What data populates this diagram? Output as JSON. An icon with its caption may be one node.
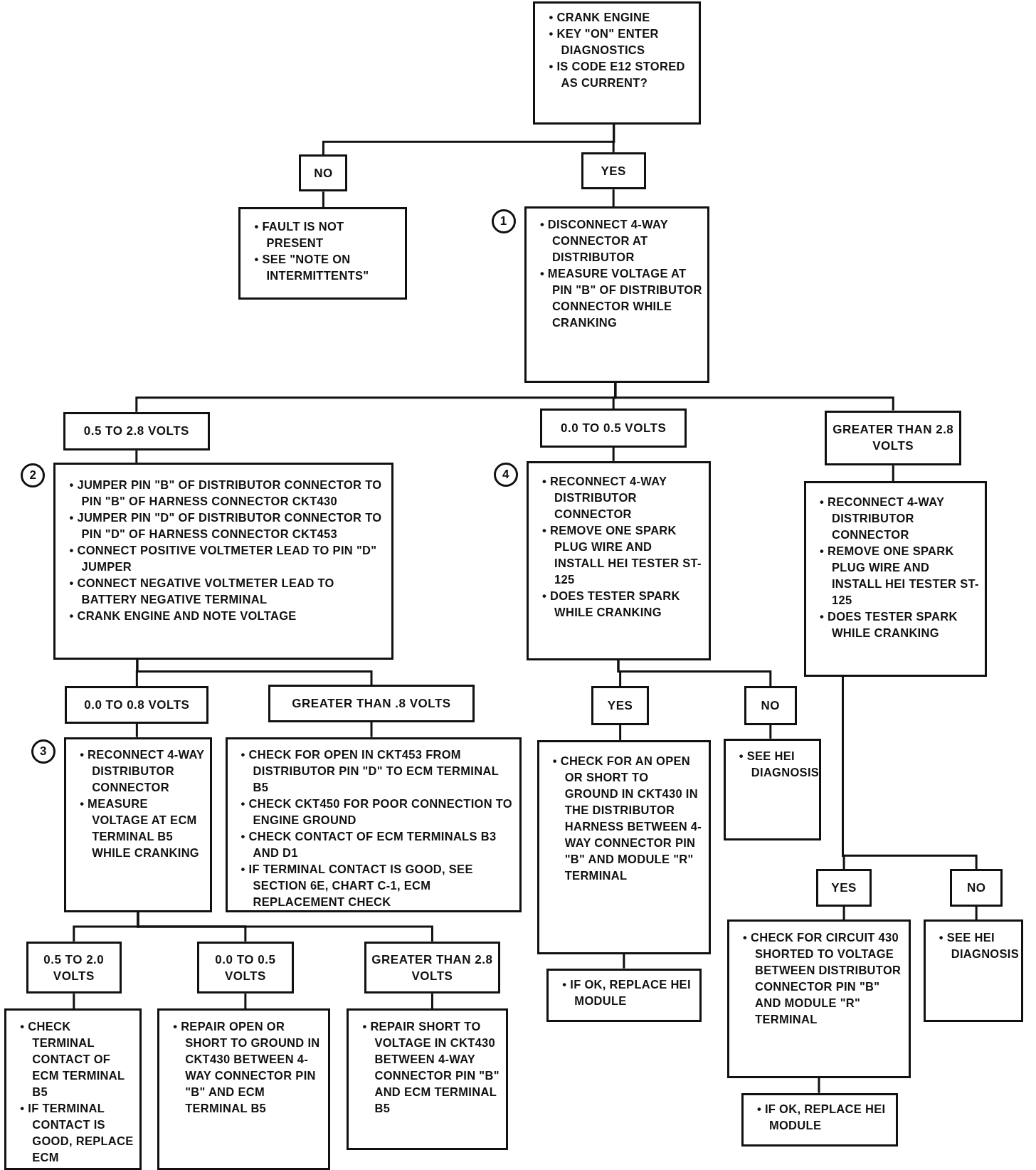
{
  "diagram": {
    "nodes": [
      {
        "text": [
          "• CRANK ENGINE",
          "• KEY \"ON\" ENTER DIAGNOSTICS",
          "• IS CODE E12 STORED AS CURRENT?"
        ]
      },
      {
        "text": [
          "NO"
        ]
      },
      {
        "text": [
          "YES"
        ]
      },
      {
        "text": [
          "• FAULT IS NOT PRESENT",
          "• SEE \"NOTE ON INTERMITTENTS\""
        ]
      },
      {
        "text": [
          "• DISCONNECT 4-WAY CONNECTOR AT DISTRIBUTOR",
          "• MEASURE VOLTAGE AT PIN \"B\" OF DISTRIBUTOR CONNECTOR WHILE CRANKING"
        ],
        "beside": [
          "1"
        ]
      },
      {
        "text": [
          "0.5 TO 2.8 VOLTS"
        ]
      },
      {
        "text": [
          "0.0 TO 0.5 VOLTS"
        ]
      },
      {
        "text": [
          "GREATER THAN 2.8 VOLTS"
        ]
      },
      {
        "text": [
          "• JUMPER PIN \"B\" OF DISTRIBUTOR CONNECTOR TO PIN \"B\" OF HARNESS CONNECTOR CKT430",
          "• JUMPER PIN \"D\" OF DISTRIBUTOR CONNECTOR TO PIN \"D\" OF HARNESS CONNECTOR CKT453",
          "• CONNECT POSITIVE VOLTMETER LEAD TO PIN \"D\" JUMPER",
          "• CONNECT NEGATIVE VOLTMETER LEAD TO BATTERY NEGATIVE TERMINAL",
          "• CRANK ENGINE AND NOTE VOLTAGE"
        ],
        "beside": [
          "2"
        ]
      },
      {
        "text": [
          "• RECONNECT 4-WAY DISTRIBUTOR CONNECTOR",
          "• REMOVE ONE SPARK PLUG WIRE AND INSTALL HEI TESTER ST-125",
          "• DOES TESTER SPARK WHILE CRANKING"
        ],
        "beside": [
          "4"
        ]
      },
      {
        "text": [
          "• RECONNECT 4-WAY DISTRIBUTOR CONNECTOR",
          "• REMOVE ONE SPARK PLUG WIRE AND INSTALL HEI TESTER ST-125",
          "• DOES TESTER SPARK WHILE CRANKING"
        ]
      },
      {
        "text": [
          "0.0 TO 0.8 VOLTS"
        ]
      },
      {
        "text": [
          "GREATER THAN .8 VOLTS"
        ]
      },
      {
        "text": [
          "YES"
        ]
      },
      {
        "text": [
          "NO"
        ]
      },
      {
        "text": [
          "• RECONNECT 4-WAY DISTRIBUTOR CONNECTOR",
          "• MEASURE VOLTAGE AT ECM TERMINAL B5 WHILE CRANKING"
        ],
        "beside": [
          "3"
        ]
      },
      {
        "text": [
          "• CHECK FOR OPEN IN CKT453 FROM DISTRIBUTOR PIN \"D\" TO ECM TERMINAL B5",
          "• CHECK CKT450 FOR POOR CONNECTION TO ENGINE GROUND",
          "• CHECK CONTACT OF ECM TERMINALS B3 AND D1",
          "• IF TERMINAL CONTACT IS GOOD, SEE SECTION 6E, CHART C-1, ECM REPLACEMENT CHECK"
        ]
      },
      {
        "text": [
          "• CHECK FOR AN OPEN OR SHORT TO GROUND IN CKT430 IN THE DISTRIBUTOR HARNESS BETWEEN 4-WAY CONNECTOR PIN \"B\" AND MODULE \"R\" TERMINAL"
        ]
      },
      {
        "text": [
          "• SEE HEI DIAGNOSIS"
        ]
      },
      {
        "text": [
          "YES"
        ]
      },
      {
        "text": [
          "NO"
        ]
      },
      {
        "text": [
          "0.5 TO 2.0 VOLTS"
        ]
      },
      {
        "text": [
          "0.0 TO 0.5 VOLTS"
        ]
      },
      {
        "text": [
          "GREATER THAN 2.8 VOLTS"
        ]
      },
      {
        "text": [
          "• IF OK, REPLACE HEI MODULE"
        ]
      },
      {
        "text": [
          "• CHECK FOR CIRCUIT 430 SHORTED TO VOLTAGE BETWEEN DISTRIBUTOR CONNECTOR PIN \"B\" AND MODULE \"R\" TERMINAL"
        ]
      },
      {
        "text": [
          "• SEE HEI DIAGNOSIS"
        ]
      },
      {
        "text": [
          "• CHECK TERMINAL CONTACT OF ECM TERMINAL B5",
          "• IF TERMINAL CONTACT IS GOOD, REPLACE ECM"
        ]
      },
      {
        "text": [
          "• REPAIR OPEN OR SHORT TO GROUND IN CKT430 BETWEEN 4-WAY CONNECTOR PIN \"B\" AND ECM TERMINAL B5"
        ]
      },
      {
        "text": [
          "• REPAIR SHORT TO VOLTAGE IN CKT430 BETWEEN 4-WAY CONNECTOR PIN \"B\" AND ECM TERMINAL B5"
        ]
      },
      {
        "text": [
          "• IF OK, REPLACE HEI MODULE"
        ]
      }
    ],
    "edges": [
      {
        "from": 0,
        "to": 1,
        "arrow": "none"
      },
      {
        "from": 0,
        "to": 2,
        "arrow": "none"
      },
      {
        "from": 1,
        "to": 3,
        "arrow": "none"
      },
      {
        "from": 2,
        "to": 4,
        "arrow": "none"
      },
      {
        "from": 4,
        "to": 5,
        "arrow": "none"
      },
      {
        "from": 4,
        "to": 6,
        "arrow": "none"
      },
      {
        "from": 4,
        "to": 7,
        "arrow": "none"
      },
      {
        "from": 5,
        "to": 8,
        "arrow": "none"
      },
      {
        "from": 6,
        "to": 9,
        "arrow": "none"
      },
      {
        "from": 7,
        "to": 10,
        "arrow": "none"
      },
      {
        "from": 8,
        "to": 11,
        "arrow": "none"
      },
      {
        "from": 8,
        "to": 12,
        "arrow": "none"
      },
      {
        "from": 11,
        "to": 15,
        "arrow": "none"
      },
      {
        "from": 12,
        "to": 16,
        "arrow": "none"
      },
      {
        "from": 9,
        "to": 13,
        "arrow": "none"
      },
      {
        "from": 9,
        "to": 14,
        "arrow": "none"
      },
      {
        "from": 13,
        "to": 17,
        "arrow": "none"
      },
      {
        "from": 14,
        "to": 18,
        "arrow": "none"
      },
      {
        "from": 17,
        "to": 24,
        "arrow": "none"
      },
      {
        "from": 10,
        "to": 19,
        "arrow": "none"
      },
      {
        "from": 10,
        "to": 20,
        "arrow": "none"
      },
      {
        "from": 19,
        "to": 25,
        "arrow": "none"
      },
      {
        "from": 20,
        "to": 26,
        "arrow": "none"
      },
      {
        "from": 25,
        "to": 30,
        "arrow": "none"
      },
      {
        "from": 15,
        "to": 21,
        "arrow": "none"
      },
      {
        "from": 15,
        "to": 22,
        "arrow": "none"
      },
      {
        "from": 15,
        "to": 23,
        "arrow": "none"
      },
      {
        "from": 21,
        "to": 27,
        "arrow": "none"
      },
      {
        "from": 22,
        "to": 28,
        "arrow": "none"
      },
      {
        "from": 23,
        "to": 29,
        "arrow": "none"
      }
    ]
  }
}
